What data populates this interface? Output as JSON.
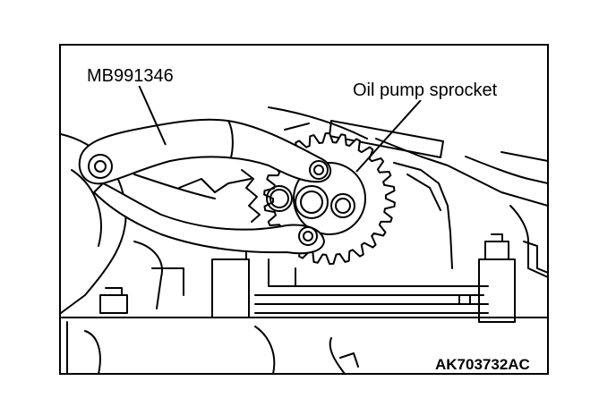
{
  "labels": {
    "tool": "MB991346",
    "part": "Oil pump sprocket",
    "figure_id": "AK703732AC"
  },
  "colors": {
    "line": "#000000",
    "background": "#ffffff"
  }
}
